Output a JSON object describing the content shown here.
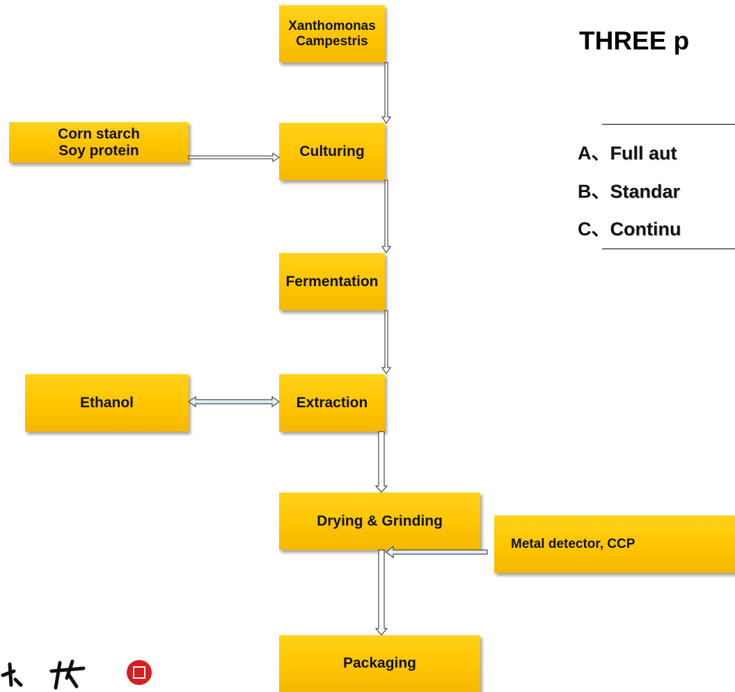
{
  "title": "THREE p",
  "options": [
    {
      "letter": "A、",
      "text": "Full aut"
    },
    {
      "letter": "B、",
      "text": "Standar"
    },
    {
      "letter": "C、",
      "text": "Continu"
    }
  ],
  "nodes": {
    "xanthomonas": {
      "line1": "Xanthomonas",
      "line2": "Campestris"
    },
    "raw_materials": {
      "line1": "Corn starch",
      "line2": "Soy protein"
    },
    "culturing": "Culturing",
    "fermentation": "Fermentation",
    "ethanol": "Ethanol",
    "extraction": "Extraction",
    "drying": "Drying & Grinding",
    "metal_detector": "Metal detector, CCP",
    "packaging": "Packaging"
  },
  "colors": {
    "box_fill": "#ffc400",
    "arrow_fill": "#dbeef4",
    "text": "#111111"
  }
}
